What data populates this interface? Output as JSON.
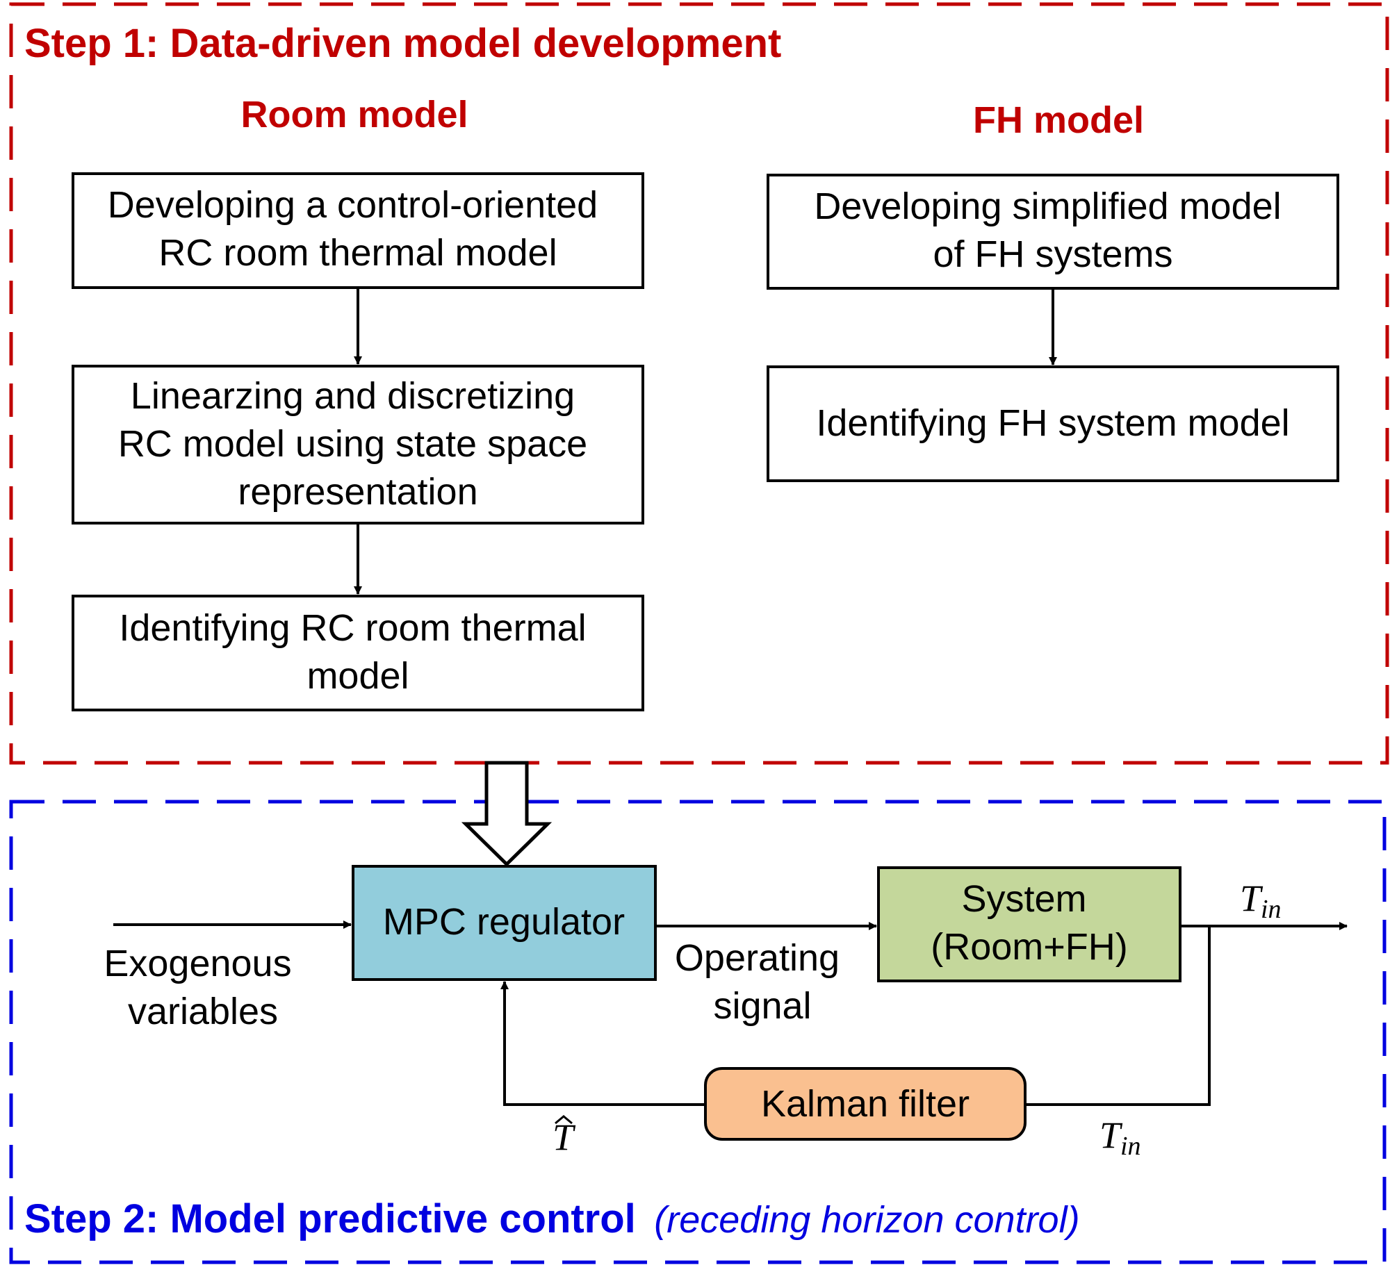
{
  "colors": {
    "step1": "#c00000",
    "step2": "#0000e0",
    "mpc_fill": "#92cddc",
    "system_fill": "#c4d79b",
    "kalman_fill": "#fac090"
  },
  "step1": {
    "title": "Step 1: Data-driven model development",
    "room_model": {
      "heading": "Room model",
      "boxes": [
        [
          "Developing a control-oriented",
          "RC room thermal model"
        ],
        [
          "Linearzing and discretizing",
          "RC model using state space",
          "representation"
        ],
        [
          "Identifying RC room thermal",
          "model"
        ]
      ]
    },
    "fh_model": {
      "heading": "FH model",
      "boxes": [
        [
          "Developing simplified model",
          "of FH systems"
        ],
        [
          "Identifying FH system model"
        ]
      ]
    }
  },
  "step2": {
    "title": "Step 2: Model predictive control",
    "subtitle": "(receding horizon control)",
    "mpc": "MPC regulator",
    "system": [
      "System",
      "(Room+FH)"
    ],
    "kalman": "Kalman filter",
    "exogenous": [
      "Exogenous",
      "variables"
    ],
    "operating": [
      "Operating",
      "signal"
    ],
    "tin_base": "T",
    "tin_sub": "in",
    "that": "T"
  }
}
